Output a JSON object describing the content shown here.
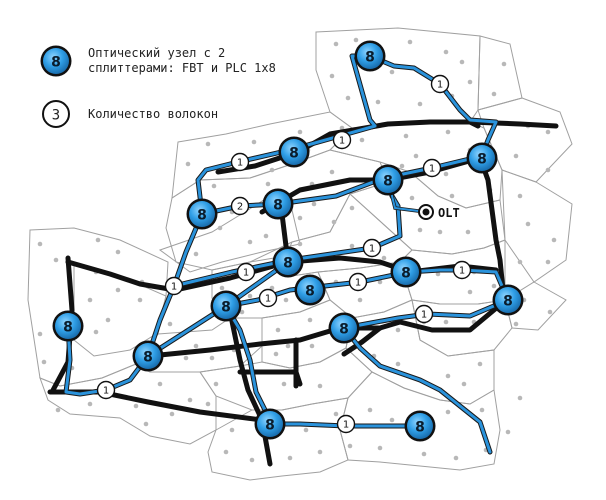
{
  "legend": {
    "node_symbol": "8",
    "node_label_1": "Оптический узел с 2",
    "node_label_2": "сплиттерами: FBT и PLC 1x8",
    "count_symbol": "3",
    "count_label": "Количество волокон"
  },
  "olt_label": "OLT",
  "node_label": "8",
  "fiber_counts": [
    "1",
    "1",
    "1",
    "2",
    "1",
    "1",
    "1",
    "1",
    "1",
    "1",
    "1",
    "1",
    "1",
    "1"
  ],
  "colors": {
    "fiber_blue": "#2a93dc",
    "node_blue": "#2f9ee6",
    "road": "#111111",
    "parcel": "#9a9a9a",
    "dot": "#b8b8b8"
  }
}
